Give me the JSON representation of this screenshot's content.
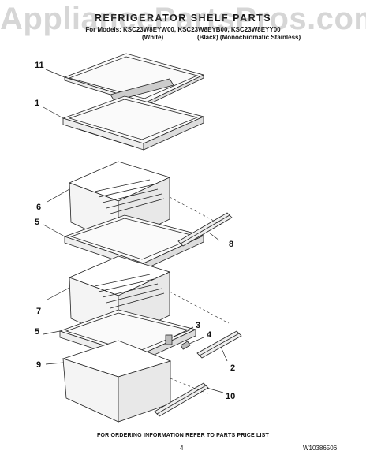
{
  "watermark": "AppliancePartsPros.com",
  "header": {
    "title": "REFRIGERATOR SHELF PARTS",
    "models": "For Models: KSC23W8EYW00, KSC23W8EYB00, KSC23W8EYY00",
    "variant_white": "(White)",
    "variant_black": "(Black) (Monochromatic Stainless)"
  },
  "callouts": {
    "c11": "11",
    "c1": "1",
    "c6": "6",
    "c5a": "5",
    "c8": "8",
    "c7": "7",
    "c5b": "5",
    "c9": "9",
    "c3": "3",
    "c4": "4",
    "c2": "2",
    "c10": "10"
  },
  "footer": {
    "note": "FOR ORDERING INFORMATION REFER TO PARTS PRICE LIST",
    "page": "4",
    "doc_number": "W10386506"
  }
}
